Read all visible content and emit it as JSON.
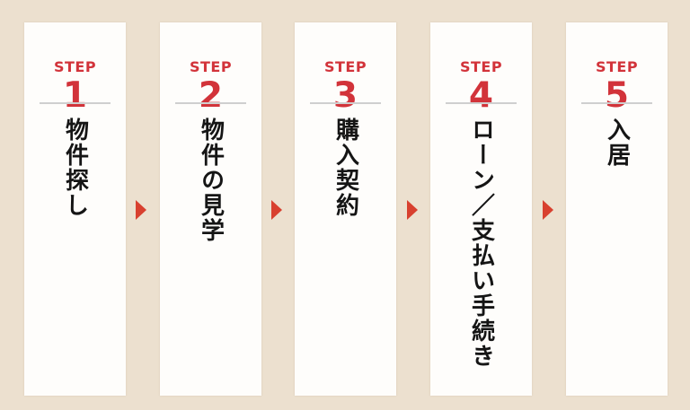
{
  "colors": {
    "background": "#ece0cf",
    "card": "#fefdfb",
    "accent": "#d2333a",
    "text": "#151515"
  },
  "steps": [
    {
      "label": "STEP",
      "number": "1",
      "title": "物件探し"
    },
    {
      "label": "STEP",
      "number": "2",
      "title": "物件の見学"
    },
    {
      "label": "STEP",
      "number": "3",
      "title": "購入契約"
    },
    {
      "label": "STEP",
      "number": "4",
      "title": "ローン／支払い手続き"
    },
    {
      "label": "STEP",
      "number": "5",
      "title": "入居"
    }
  ],
  "arrows": [
    {
      "icon": "arrow-right-icon"
    },
    {
      "icon": "arrow-right-icon"
    },
    {
      "icon": "arrow-right-icon"
    },
    {
      "icon": "arrow-right-icon"
    }
  ]
}
